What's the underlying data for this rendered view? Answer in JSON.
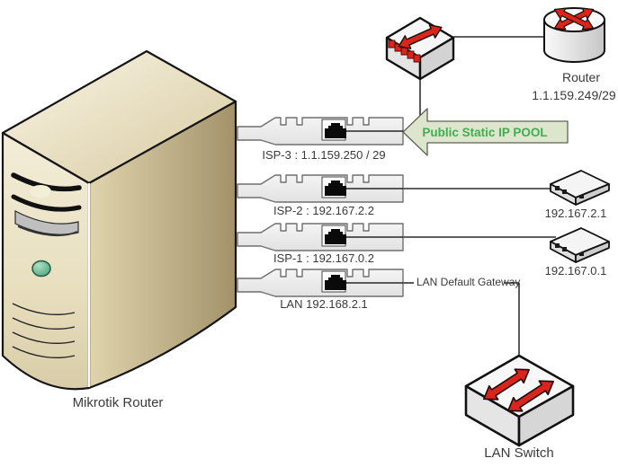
{
  "mikrotik_router": {
    "label": "Mikrotik Router"
  },
  "nics": [
    {
      "name": "nic-isp3",
      "label": "ISP-3 : 1.1.159.250 / 29"
    },
    {
      "name": "nic-isp2",
      "label": "ISP-2 : 192.167.2.2"
    },
    {
      "name": "nic-isp1",
      "label": "ISP-1 : 192.167.0.2"
    },
    {
      "name": "nic-lan",
      "label": "LAN 192.168.2.1"
    }
  ],
  "isp_router": {
    "label": "Router",
    "ip": "1.1.159.249/29"
  },
  "ip_pool_banner": {
    "label": "Public Static IP POOL",
    "fill": "#dee5cd",
    "border": "#5f6156",
    "text_color": "#3fae50"
  },
  "modems": [
    {
      "label": "192.167.2.1"
    },
    {
      "label": "192.167.0.1"
    }
  ],
  "lan_switch": {
    "label": "LAN Switch"
  },
  "lan_link_label": "LAN Default Gateway",
  "colors": {
    "arrow_red": "#d9251c",
    "tower_beige": "#d8cba2",
    "nic_gray": "#ececec",
    "line": "#000000"
  }
}
